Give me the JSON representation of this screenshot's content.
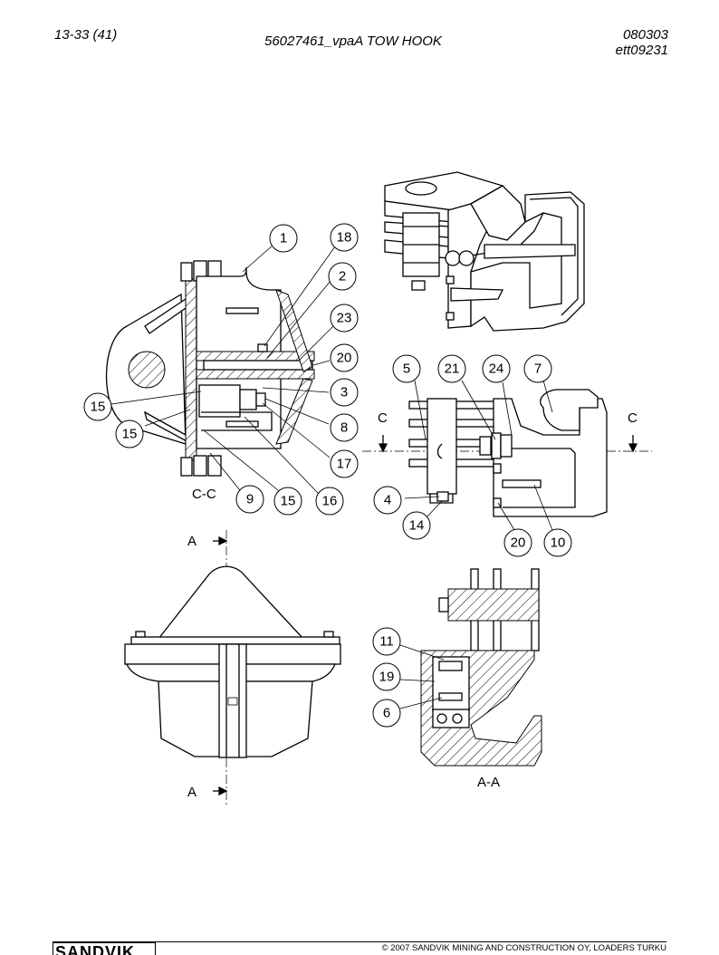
{
  "header": {
    "page": "13-33 (41)",
    "title": "56027461_vpaA TOW HOOK",
    "date": "080303",
    "code": "ett09231"
  },
  "footer": {
    "copyright": "© 2007 SANDVIK MINING AND CONSTRUCTION OY, LOADERS TURKU",
    "logo_text": "SANDVIK"
  },
  "views": {
    "cc": "C-C",
    "aa": "A-A",
    "a_top": "A",
    "a_bottom": "A",
    "c_left": "C",
    "c_right": "C"
  },
  "callouts": {
    "c1": "1",
    "c18": "18",
    "c2": "2",
    "c23": "23",
    "c20a": "20",
    "c3": "3",
    "c15a": "15",
    "c15b": "15",
    "c8": "8",
    "c17": "17",
    "c9": "9",
    "c15c": "15",
    "c16": "16",
    "c5": "5",
    "c21": "21",
    "c24": "24",
    "c7": "7",
    "c4": "4",
    "c14": "14",
    "c20b": "20",
    "c10": "10",
    "c11": "11",
    "c19": "19",
    "c6": "6"
  }
}
